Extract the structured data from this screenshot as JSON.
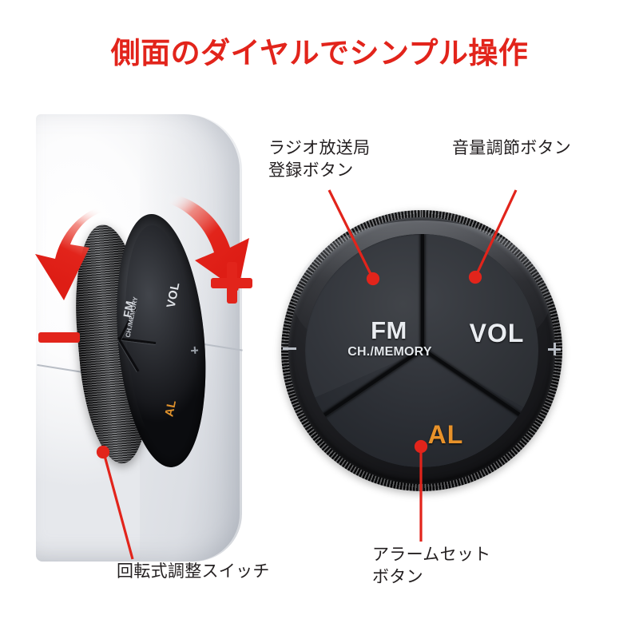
{
  "title": "側面のダイヤルでシンプル操作",
  "accent_colors": {
    "title_red": "#e2241b",
    "leader_red": "#e2241b",
    "label_black": "#231f20",
    "al_orange": "#e8922a",
    "dial_black": "#1a1c21"
  },
  "photo_left": {
    "dial_labels": {
      "fm": "FM",
      "fm_sub": "CH./MEMORY",
      "vol": "VOL",
      "al": "AL"
    },
    "rotation_indicators": {
      "minus_sign": "−",
      "plus_sign": "+",
      "arrow_left": "rotate-down-left-arrow",
      "arrow_right": "rotate-down-right-arrow"
    }
  },
  "dial_detail": {
    "segments": [
      {
        "id": "fm",
        "label": "FM",
        "sublabel": "CH./MEMORY",
        "color": "#e9ecf0"
      },
      {
        "id": "vol",
        "label": "VOL",
        "sublabel": "",
        "color": "#eaedf1"
      },
      {
        "id": "al",
        "label": "AL",
        "sublabel": "",
        "color": "#e8922a"
      }
    ],
    "ring_marks": {
      "plus": "+",
      "minus": "−"
    }
  },
  "callouts": [
    {
      "id": "fm-memory",
      "text": "ラジオ放送局\n登録ボタン"
    },
    {
      "id": "volume",
      "text": "音量調節ボタン"
    },
    {
      "id": "rotary-switch",
      "text": "回転式調整スイッチ"
    },
    {
      "id": "alarm-set",
      "text": "アラームセット\nボタン"
    }
  ]
}
